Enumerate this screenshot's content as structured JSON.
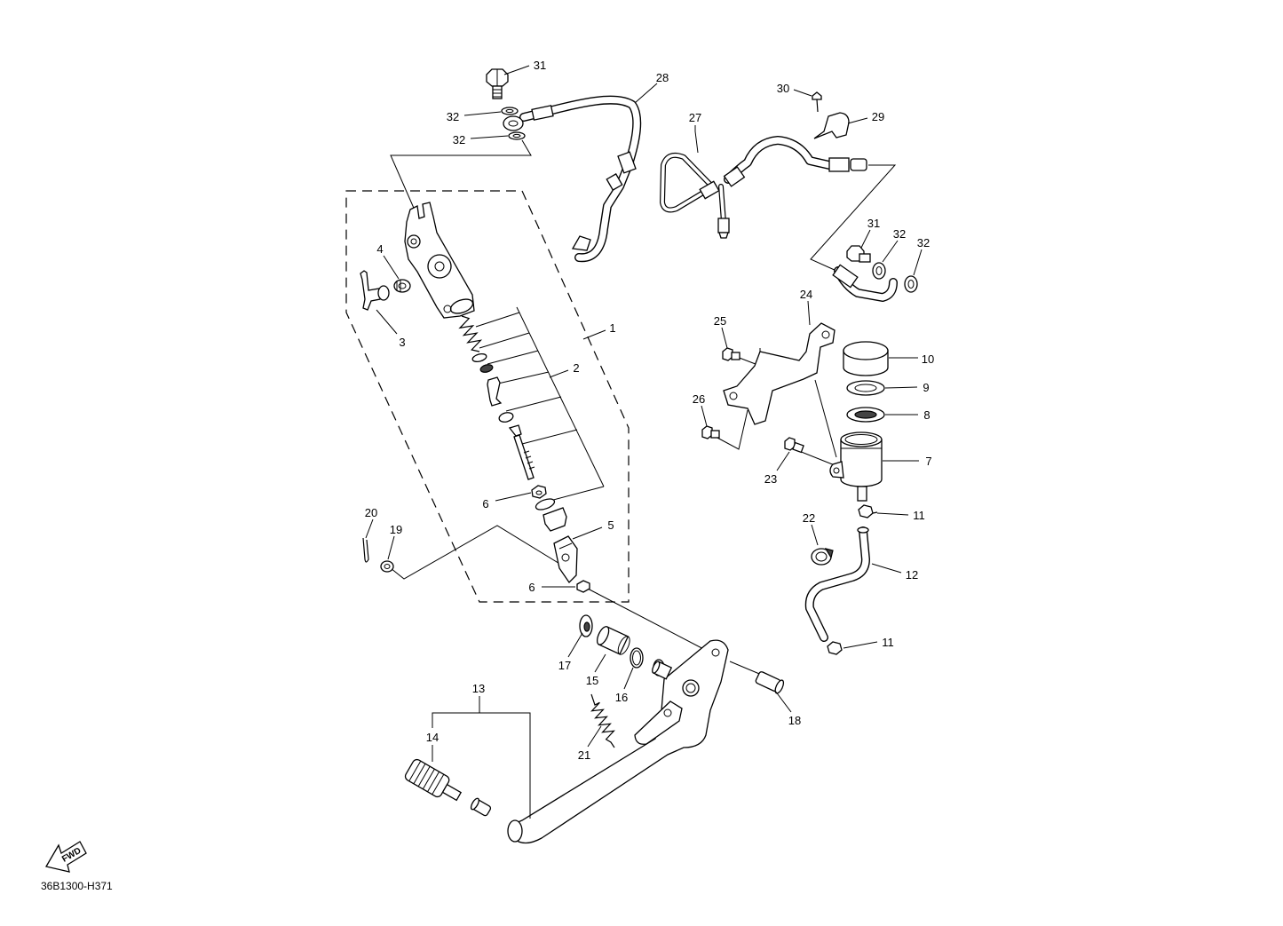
{
  "callouts": [
    "31",
    "28",
    "32",
    "32",
    "27",
    "30",
    "29",
    "31",
    "32",
    "32",
    "4",
    "3",
    "1",
    "2",
    "24",
    "25",
    "10",
    "9",
    "8",
    "26",
    "7",
    "23",
    "6",
    "11",
    "20",
    "19",
    "22",
    "5",
    "12",
    "6",
    "11",
    "17",
    "15",
    "16",
    "13",
    "18",
    "14",
    "21"
  ],
  "fwd_label": "FWD",
  "diagram_code": "36B1300-H371"
}
